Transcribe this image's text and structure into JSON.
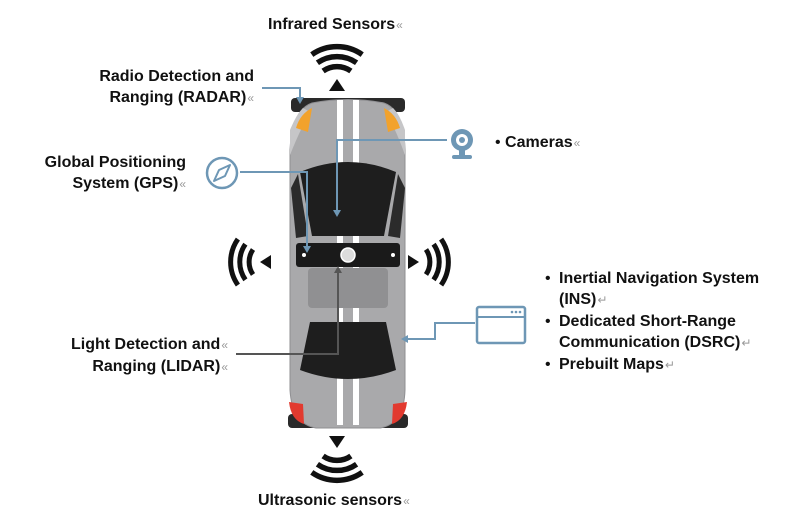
{
  "labels": {
    "infrared": "Infrared Sensors",
    "radar_line1": "Radio Detection and",
    "radar_line2": "Ranging (RADAR)",
    "gps_line1": "Global Positioning",
    "gps_line2": "System (GPS)",
    "cameras": "Cameras",
    "lidar_line1": "Light Detection and",
    "lidar_line2": "Ranging (LIDAR)",
    "ultrasonic": "Ultrasonic sensors"
  },
  "right_list": [
    {
      "line1": "Inertial Navigation System",
      "line2": "(INS)"
    },
    {
      "line1": "Dedicated Short-Range",
      "line2": "Communication (DSRC)"
    },
    {
      "line1": "Prebuilt Maps",
      "line2": ""
    }
  ],
  "marks": {
    "paragraph": "«",
    "return": "↵"
  },
  "icons": [
    "wifi-signal-icon",
    "compass-icon",
    "webcam-icon",
    "browser-window-icon"
  ],
  "colors": {
    "connector": "#6e97b5",
    "car_body": "#a9a9ab",
    "car_stripe": "#ffffff",
    "glass": "#1e1e1e",
    "headlight": "#f2a22c",
    "taillight": "#e23a2f",
    "icon": "#6e97b5"
  }
}
